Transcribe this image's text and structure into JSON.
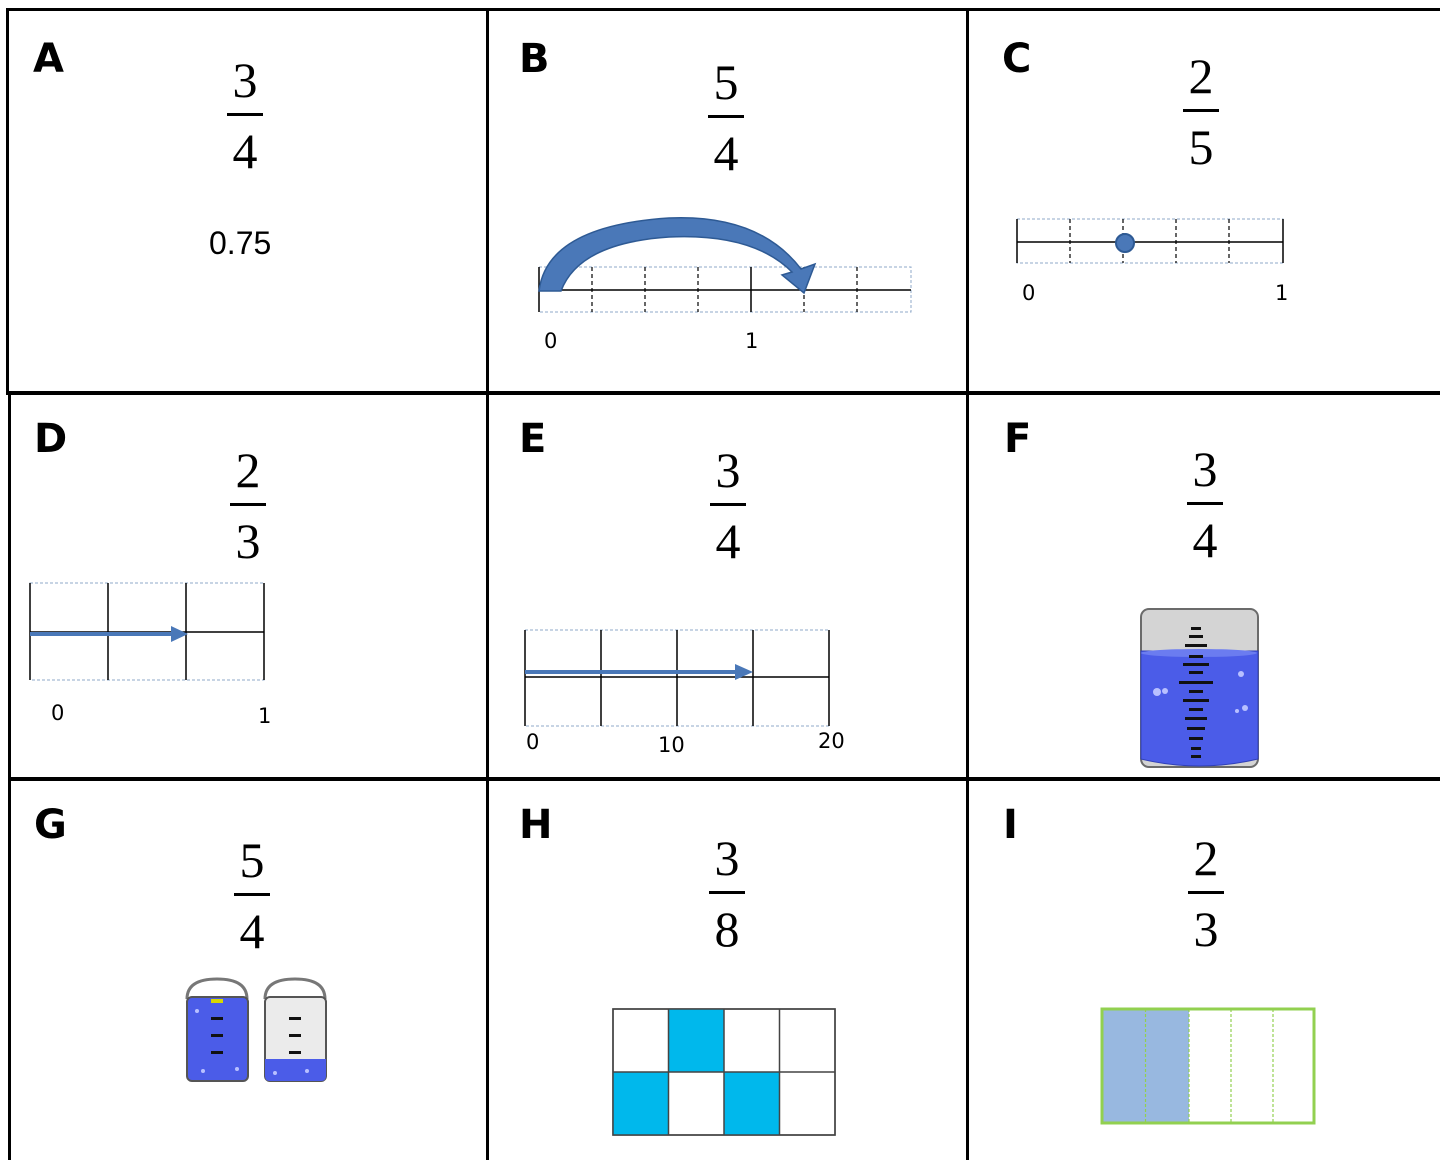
{
  "cards": [
    {
      "letter": "A",
      "numerator": "3",
      "denominator": "4",
      "decimal": "0.75"
    },
    {
      "letter": "B",
      "numerator": "5",
      "denominator": "4",
      "label_0": "0",
      "label_1": "1"
    },
    {
      "letter": "C",
      "numerator": "2",
      "denominator": "5",
      "label_0": "0",
      "label_1": "1"
    },
    {
      "letter": "D",
      "numerator": "2",
      "denominator": "3",
      "label_0": "0",
      "label_1": "1"
    },
    {
      "letter": "E",
      "numerator": "3",
      "denominator": "4",
      "label_0": "0",
      "label_10": "10",
      "label_20": "20"
    },
    {
      "letter": "F",
      "numerator": "3",
      "denominator": "4"
    },
    {
      "letter": "G",
      "numerator": "5",
      "denominator": "4"
    },
    {
      "letter": "H",
      "numerator": "3",
      "denominator": "8"
    },
    {
      "letter": "I",
      "numerator": "2",
      "denominator": "3"
    }
  ],
  "colors": {
    "arrow_blue": "#4a78b8",
    "water_blue": "#4b5ce8",
    "tile_cyan": "#00b8ec",
    "strip_blue": "#98b8e0",
    "strip_border_green": "#92d050"
  }
}
